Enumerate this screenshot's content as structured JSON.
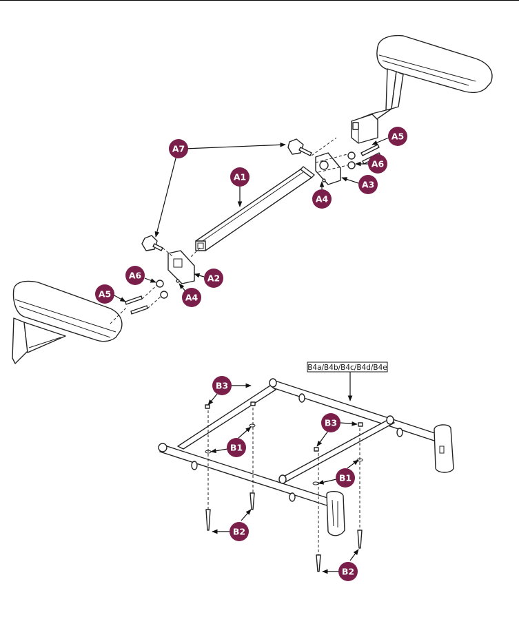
{
  "callouts": {
    "a7": "A7",
    "a1": "A1",
    "a5_right": "A5",
    "a6_right": "A6",
    "a3": "A3",
    "a4_right": "A4",
    "a6_left": "A6",
    "a2": "A2",
    "a5_left": "A5",
    "a4_left": "A4",
    "b3_left": "B3",
    "b3_right": "B3",
    "b1_left": "B1",
    "b1_right": "B1",
    "b2_left": "B2",
    "b2_right": "B2"
  },
  "frame_label": "B4a/B4b/B4c/B4d/B4e",
  "colors": {
    "callout": "#7a1f4a",
    "line": "#222222"
  }
}
